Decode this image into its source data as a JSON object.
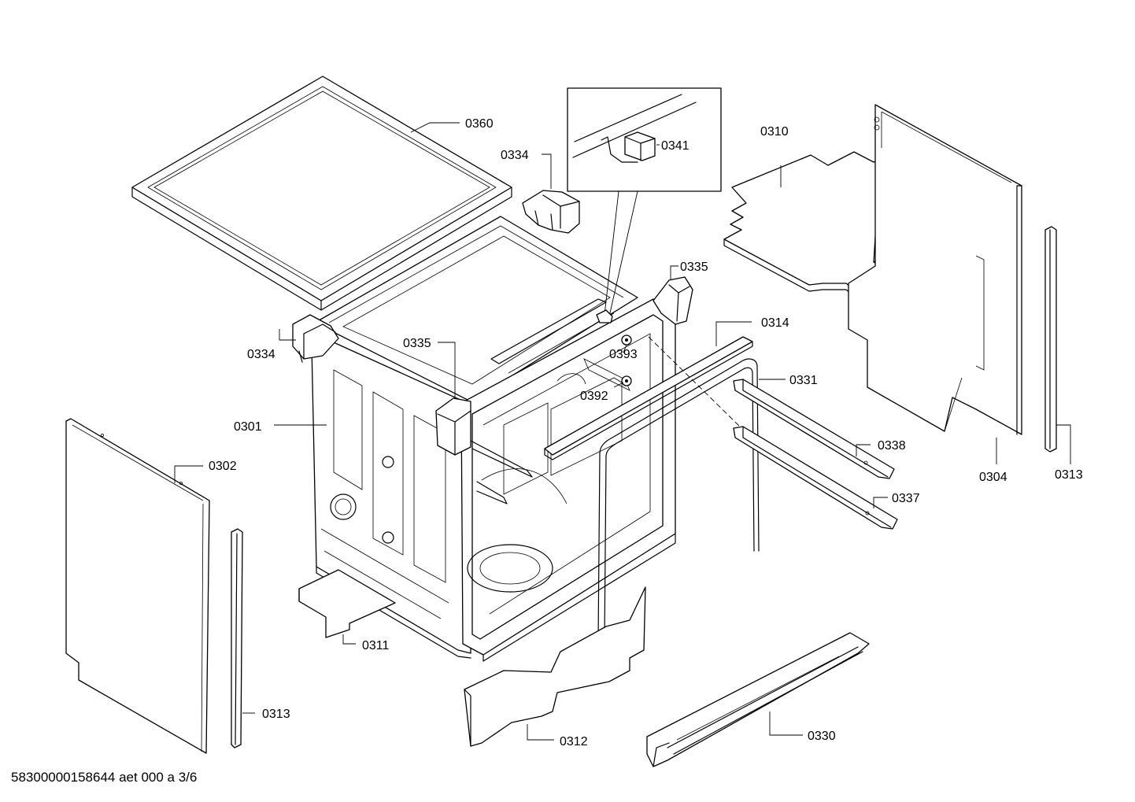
{
  "diagram": {
    "parts": [
      {
        "id": "p0360",
        "label": "0360"
      },
      {
        "id": "p0334a",
        "label": "0334"
      },
      {
        "id": "p0341",
        "label": "0341"
      },
      {
        "id": "p0310",
        "label": "0310"
      },
      {
        "id": "p0335a",
        "label": "0335"
      },
      {
        "id": "p0334b",
        "label": "0334"
      },
      {
        "id": "p0335b",
        "label": "0335"
      },
      {
        "id": "p0314",
        "label": "0314"
      },
      {
        "id": "p0393",
        "label": "0393"
      },
      {
        "id": "p0331",
        "label": "0331"
      },
      {
        "id": "p0392",
        "label": "0392"
      },
      {
        "id": "p0301",
        "label": "0301"
      },
      {
        "id": "p0338",
        "label": "0338"
      },
      {
        "id": "p0302",
        "label": "0302"
      },
      {
        "id": "p0304",
        "label": "0304"
      },
      {
        "id": "p0313a",
        "label": "0313"
      },
      {
        "id": "p0337",
        "label": "0337"
      },
      {
        "id": "p0311",
        "label": "0311"
      },
      {
        "id": "p0313b",
        "label": "0313"
      },
      {
        "id": "p0312",
        "label": "0312"
      },
      {
        "id": "p0330",
        "label": "0330"
      }
    ]
  },
  "footer": {
    "text": "58300000158644 aet 000 a 3/6"
  }
}
